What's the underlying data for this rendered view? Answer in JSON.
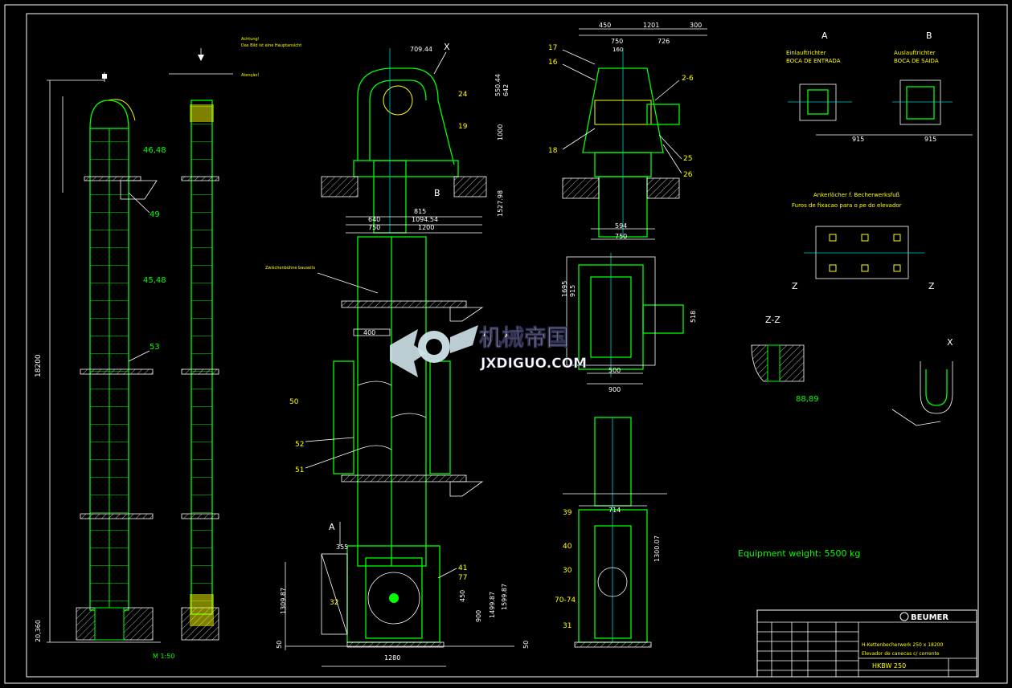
{
  "title_block": {
    "company": "BEUMER",
    "drawing_number": "HKBW 250",
    "line1": "H-Kettenbecherwerk 250 x 18200",
    "line2": "Elevador de canecas c/ corrente"
  },
  "equipment_weight": "Equipment weight: 5500 kg",
  "scale_main": "M 1:50",
  "watermark": {
    "title": "机械帝国",
    "url": "JXDIGUO.COM"
  },
  "section_labels": {
    "A": "A",
    "B": "B",
    "X": "X",
    "ZZ": "Z-Z",
    "Z1": "Z",
    "Z2": "Z"
  },
  "view_A": {
    "de": "Einlauftrichter",
    "pt": "BOCA DE ENTRADA"
  },
  "view_B": {
    "de": "Auslauftrichter",
    "pt": "BOCA DE SAIDA"
  },
  "anchor_holes": {
    "de": "Ankerlöcher f. Becherwerksfuß",
    "pt": "Furos de fixacao para o pe do elevador"
  },
  "levels": {
    "l4670": "46,48",
    "l4548": "45,48",
    "l53": "53",
    "l49": "49"
  },
  "main_dims": {
    "height": "18200",
    "base": "20,360"
  },
  "head_dims": {
    "d70944": "709.44",
    "d55044": "550.44",
    "d642": "642",
    "d1000": "1000",
    "d152798": "1527.98",
    "d815": "815",
    "d640": "640",
    "d109454": "1094.54",
    "d750": "750",
    "d1200": "1200",
    "d400": "400"
  },
  "side_dims": {
    "d450": "450",
    "d1201": "1201",
    "d300": "300",
    "d750": "750",
    "d726": "726",
    "d160": "160",
    "d594": "594",
    "d750b": "750",
    "d500": "500",
    "d900": "900",
    "d1695": "1695",
    "d915": "915",
    "d518": "518"
  },
  "boot_dims": {
    "d1280": "1280",
    "d130007": "1300.07",
    "d714": "714",
    "d149987": "1499.87",
    "d159987": "1599.87",
    "d130987": "1309.87",
    "d900": "900",
    "d450": "450",
    "d50a": "50",
    "d50b": "50",
    "d355": "355"
  },
  "view_dims": {
    "d915a": "915",
    "d915b": "915",
    "d8889": "88,89"
  },
  "item_numbers": {
    "n17": "17",
    "n16": "16",
    "n18": "18",
    "n26": "2-6",
    "n25": "25",
    "n26b": "26",
    "n24": "24",
    "n19": "19",
    "n50": "50",
    "n52": "52",
    "n51": "51",
    "n32": "32",
    "n41": "41",
    "n77": "77",
    "n39": "39",
    "n40": "40",
    "n30": "30",
    "n7074": "70-74",
    "n31": "31"
  },
  "notes": {
    "general_de": "Achtung!",
    "general_1": "Das Bild ist eine Hauptansicht",
    "general_2": "Atenção!",
    "mid_note": "Zwischenbühne bauseits"
  }
}
